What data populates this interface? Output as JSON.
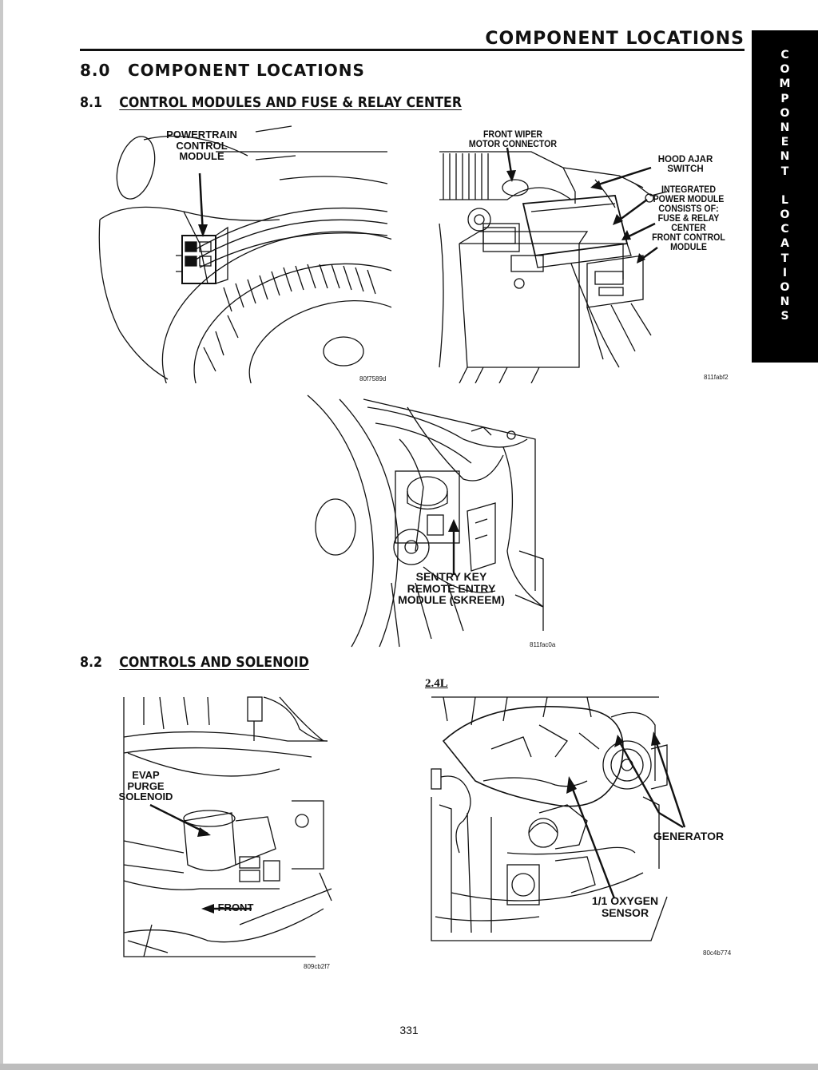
{
  "running_head": "COMPONENT LOCATIONS",
  "side_tab": [
    "C",
    "O",
    "M",
    "P",
    "O",
    "N",
    "E",
    "N",
    "T",
    "",
    "L",
    "O",
    "C",
    "A",
    "T",
    "I",
    "O",
    "N",
    "S"
  ],
  "section": {
    "number": "8.0",
    "title": "COMPONENT LOCATIONS"
  },
  "subsections": [
    {
      "number": "8.1",
      "title": "CONTROL MODULES AND FUSE & RELAY CENTER"
    },
    {
      "number": "8.2",
      "title": "CONTROLS AND SOLENOID"
    }
  ],
  "figures": {
    "pcm": {
      "labels": [
        "POWERTRAIN\nCONTROL\nMODULE"
      ],
      "code": "80f7589d"
    },
    "ipm": {
      "labels": [
        "FRONT WIPER\nMOTOR CONNECTOR",
        "HOOD AJAR\nSWITCH",
        "INTEGRATED\nPOWER MODULE\nCONSISTS OF:\nFUSE & RELAY\nCENTER\nFRONT CONTROL\nMODULE"
      ],
      "code": "811fabf2"
    },
    "skreem": {
      "labels": [
        "SENTRY KEY\nREMOTE ENTRY\nMODULE (SKREEM)"
      ],
      "code": "811fac0a"
    },
    "evap": {
      "labels": [
        "EVAP\nPURGE\nSOLENOID",
        "FRONT"
      ],
      "code": "809cb2f7"
    },
    "engine": {
      "engine_label": "2.4L",
      "labels": [
        "GENERATOR",
        "1/1 OXYGEN\nSENSOR"
      ],
      "code": "80c4b774"
    }
  },
  "page_number": "331"
}
